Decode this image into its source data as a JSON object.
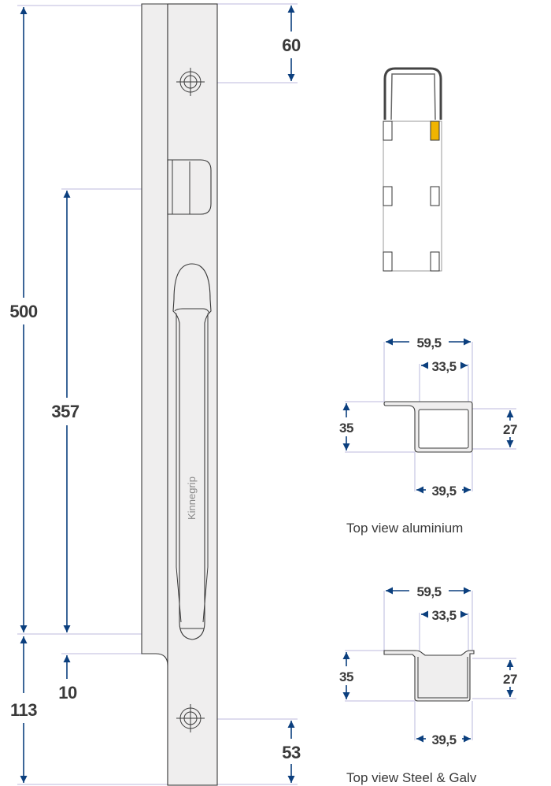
{
  "drawing": {
    "main_dimensions": {
      "total_height": "500",
      "handle_height": "357",
      "top_hole": "60",
      "bottom_section": "113",
      "offset": "10",
      "bottom_hole": "53"
    },
    "brand_mark": "Kinnegrip",
    "profile_aluminium": {
      "caption": "Top view aluminium",
      "width_total": "59,5",
      "width_inner": "33,5",
      "width_box": "39,5",
      "height_total": "35",
      "height_box": "27"
    },
    "profile_steel": {
      "caption": "Top view Steel & Galv",
      "width_total": "59,5",
      "width_inner": "33,5",
      "width_box": "39,5",
      "height_total": "35",
      "height_box": "27"
    },
    "colors": {
      "arrow": "#0b3f7e",
      "dimension_line": "#c9c8e4",
      "highlight_position": "#f0b400"
    }
  }
}
